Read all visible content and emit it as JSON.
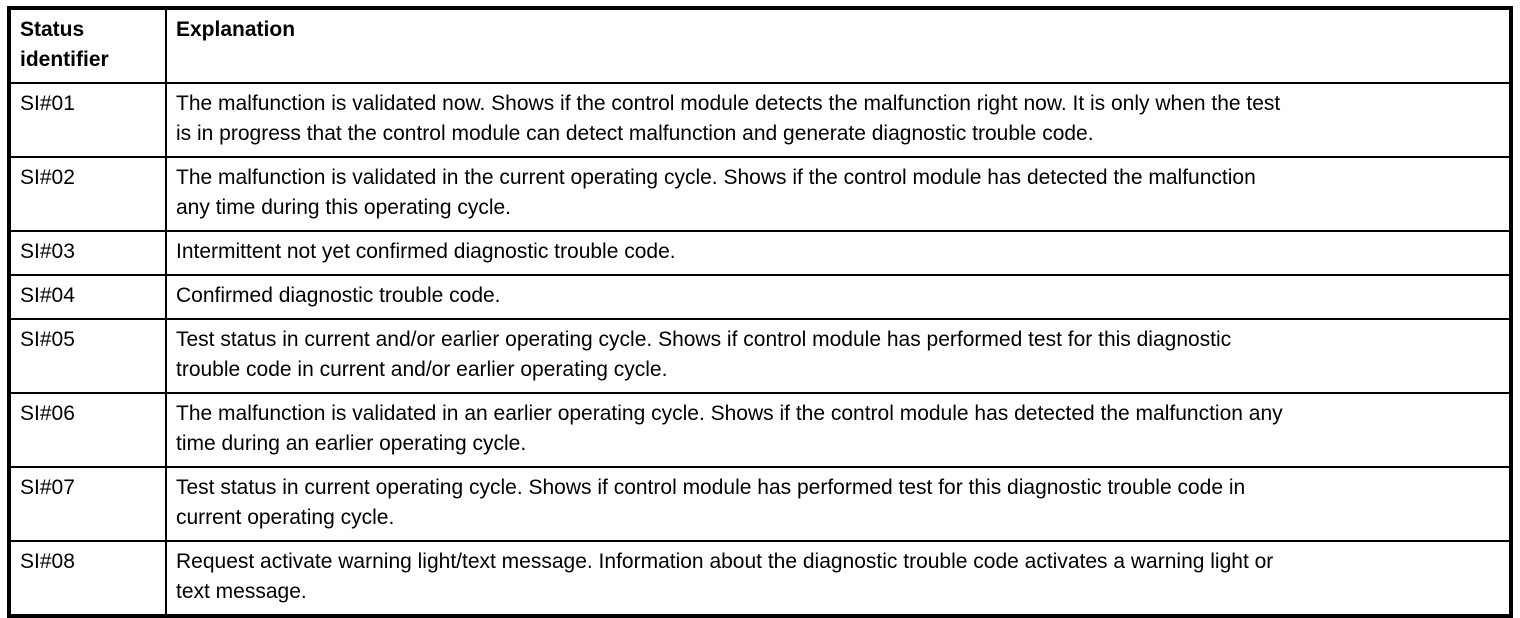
{
  "colors": {
    "border": "#000000",
    "text": "#000000",
    "background": "#ffffff"
  },
  "table": {
    "columns": [
      {
        "key": "status",
        "label": "Status\nidentifier"
      },
      {
        "key": "explanation",
        "label": "Explanation"
      }
    ],
    "rows": [
      {
        "status": "SI#01",
        "explanation": "The malfunction is validated now. Shows if the control module detects the malfunction right now. It is only when the test\nis in progress that the control module can detect malfunction and generate diagnostic trouble code."
      },
      {
        "status": "SI#02",
        "explanation": "The malfunction is validated in the current operating cycle. Shows if the control module has detected the malfunction\nany time during this operating cycle."
      },
      {
        "status": "SI#03",
        "explanation": "Intermittent not yet confirmed diagnostic trouble code."
      },
      {
        "status": "SI#04",
        "explanation": "Confirmed diagnostic trouble code."
      },
      {
        "status": "SI#05",
        "explanation": "Test status in current and/or earlier operating cycle. Shows if control module has performed test for this diagnostic\ntrouble code in current and/or earlier operating cycle."
      },
      {
        "status": "SI#06",
        "explanation": "The malfunction is validated in an earlier operating cycle. Shows if the control module has detected the malfunction any\ntime during an earlier operating cycle."
      },
      {
        "status": "SI#07",
        "explanation": "Test status in current operating cycle. Shows if control module has performed test for this diagnostic trouble code in\ncurrent operating cycle."
      },
      {
        "status": "SI#08",
        "explanation": "Request activate warning light/text message. Information about the diagnostic trouble code activates a warning light or\ntext message."
      }
    ]
  }
}
